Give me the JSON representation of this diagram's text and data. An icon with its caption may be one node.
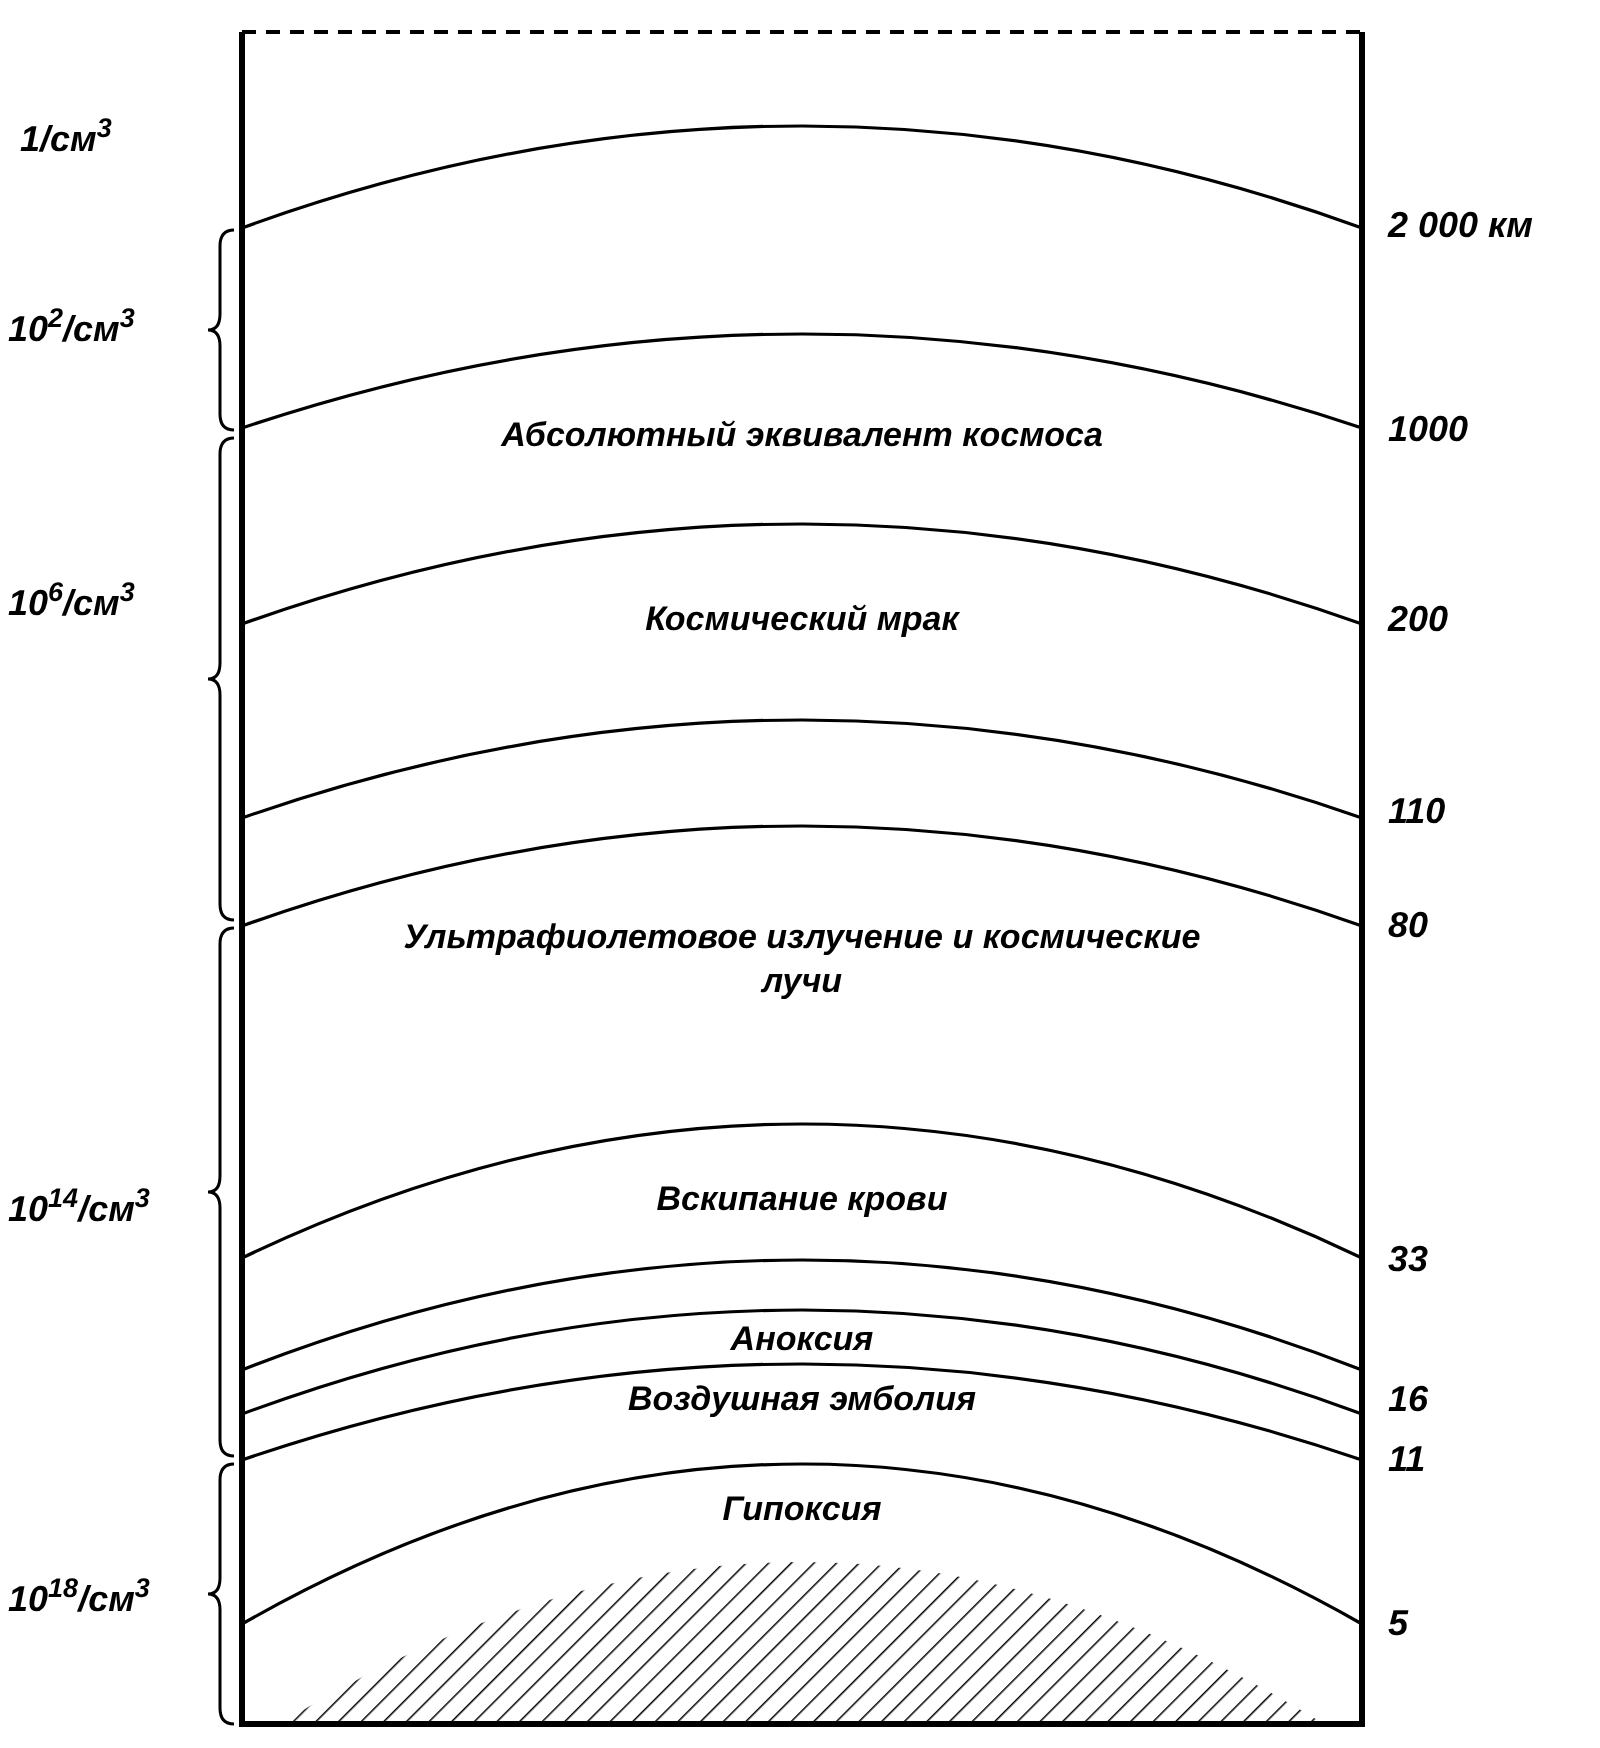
{
  "diagram": {
    "labels": [
      "1/см$^{3}$",
      "2 000 км",
      "10$^{2}$/см$^{3}$",
      "1000",
      "Абсолютный эквивалент космоса",
      "10$^{6}$/см$^{3}$",
      "Космический мрак",
      "200",
      "110",
      "80",
      "Ультрафиолетовое излучение и космические лучи",
      "Вскипание крови",
      "10$^{14}$/см$^{3}$",
      "33",
      "Аноксия",
      "16",
      "Воздушная эмболия",
      "11",
      "Гипоксия",
      "10$^{18}$/см$^{3}$",
      "5"
    ]
  }
}
